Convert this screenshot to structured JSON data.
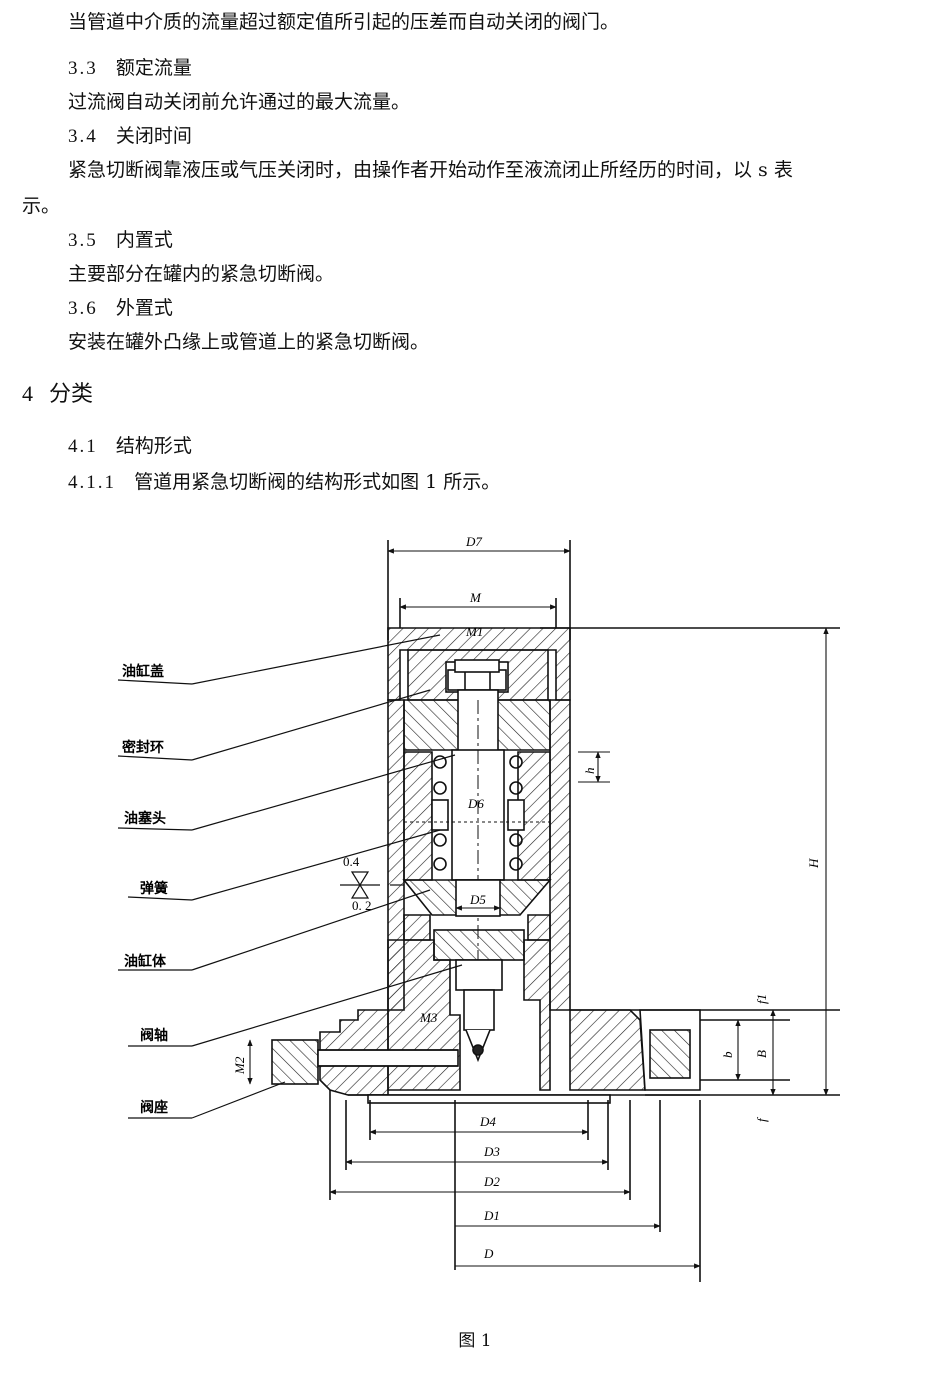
{
  "paragraphs": {
    "p1": "当管道中介质的流量超过额定值所引起的压差而自动关闭的阀门。",
    "s33_num": "3.3",
    "s33_title": "额定流量",
    "p33": "过流阀自动关闭前允许通过的最大流量。",
    "s34_num": "3.4",
    "s34_title": "关闭时间",
    "p34_line1": "紧急切断阀靠液压或气压关闭时，由操作者开始动作至液流闭止所经历的时间，以 s 表",
    "p34_line2": "示。",
    "s35_num": "3.5",
    "s35_title": "内置式",
    "p35": "主要部分在罐内的紧急切断阀。",
    "s36_num": "3.6",
    "s36_title": "外置式",
    "p36": "安装在罐外凸缘上或管道上的紧急切断阀。",
    "s4_num": "4",
    "s4_title": "分类",
    "s41_num": "4.1",
    "s41_title": "结构形式",
    "s411_num": "4.1.1",
    "s411_text": "管道用紧急切断阀的结构形式如图 1 所示。"
  },
  "figure": {
    "labels": [
      "油缸盖",
      "密封环",
      "油塞头",
      "弹簧",
      "油缸体",
      "阀轴",
      "阀座"
    ],
    "dims": {
      "D7": "D7",
      "M": "M",
      "M1": "M1",
      "D6": "D6",
      "D5": "D5",
      "M3": "M3",
      "M2": "M2",
      "D4": "D4",
      "D3": "D3",
      "D2": "D2",
      "D1": "D1",
      "D": "D",
      "H": "H",
      "h": "h",
      "f1": "f1",
      "b": "b",
      "B": "B",
      "f": "f",
      "tol_upper": "0.4",
      "tol_lower": "0. 2"
    },
    "caption": "图 1"
  }
}
